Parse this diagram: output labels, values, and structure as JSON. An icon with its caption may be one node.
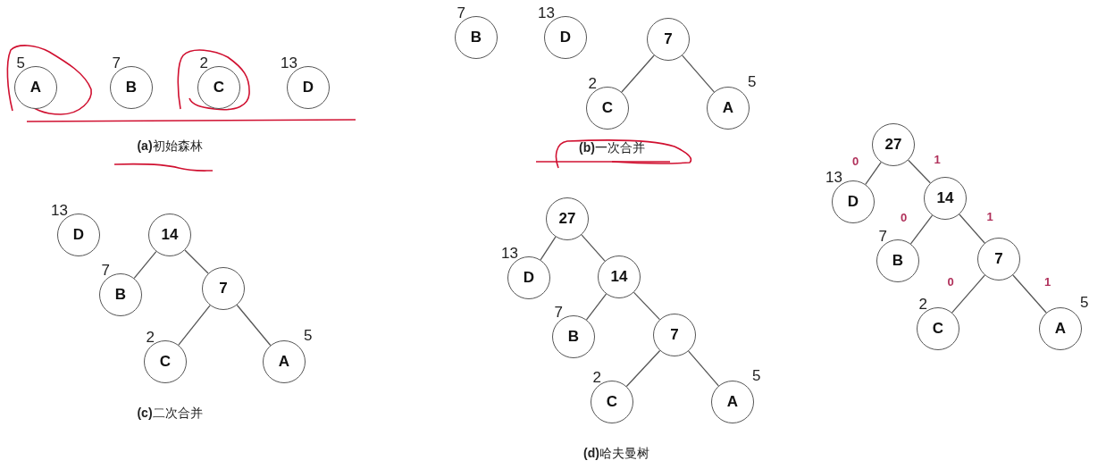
{
  "diagram": {
    "nodes": [
      {
        "text": [
          "A"
        ],
        "beside": [
          "5"
        ]
      },
      {
        "text": [
          "B"
        ],
        "beside": [
          "7"
        ]
      },
      {
        "text": [
          "C"
        ],
        "beside": [
          "2"
        ]
      },
      {
        "text": [
          "D"
        ],
        "beside": [
          "13"
        ]
      },
      {
        "text": [
          "B"
        ],
        "beside": [
          "7"
        ]
      },
      {
        "text": [
          "D"
        ],
        "beside": [
          "13"
        ]
      },
      {
        "text": [
          "7"
        ]
      },
      {
        "text": [
          "C"
        ],
        "beside": [
          "2"
        ]
      },
      {
        "text": [
          "A"
        ],
        "beside": [
          "5"
        ]
      },
      {
        "text": [
          "D"
        ],
        "beside": [
          "13"
        ]
      },
      {
        "text": [
          "14"
        ]
      },
      {
        "text": [
          "B"
        ],
        "beside": [
          "7"
        ]
      },
      {
        "text": [
          "7"
        ]
      },
      {
        "text": [
          "C"
        ],
        "beside": [
          "2"
        ]
      },
      {
        "text": [
          "A"
        ],
        "beside": [
          "5"
        ]
      },
      {
        "text": [
          "27"
        ]
      },
      {
        "text": [
          "D"
        ],
        "beside": [
          "13"
        ]
      },
      {
        "text": [
          "14"
        ]
      },
      {
        "text": [
          "B"
        ],
        "beside": [
          "7"
        ]
      },
      {
        "text": [
          "7"
        ]
      },
      {
        "text": [
          "C"
        ],
        "beside": [
          "2"
        ]
      },
      {
        "text": [
          "A"
        ],
        "beside": [
          "5"
        ]
      },
      {
        "text": [
          "27"
        ]
      },
      {
        "text": [
          "D"
        ],
        "beside": [
          "13"
        ]
      },
      {
        "text": [
          "14"
        ]
      },
      {
        "text": [
          "B"
        ],
        "beside": [
          "7"
        ]
      },
      {
        "text": [
          "7"
        ]
      },
      {
        "text": [
          "C"
        ],
        "beside": [
          "2"
        ]
      },
      {
        "text": [
          "A"
        ],
        "beside": [
          "5"
        ]
      }
    ],
    "edges": [
      {
        "from": 6,
        "to": 7,
        "arrow": "none"
      },
      {
        "from": 6,
        "to": 8,
        "arrow": "none"
      },
      {
        "from": 10,
        "to": 11,
        "arrow": "none"
      },
      {
        "from": 10,
        "to": 12,
        "arrow": "none"
      },
      {
        "from": 12,
        "to": 13,
        "arrow": "none"
      },
      {
        "from": 12,
        "to": 14,
        "arrow": "none"
      },
      {
        "from": 15,
        "to": 16,
        "arrow": "none"
      },
      {
        "from": 15,
        "to": 17,
        "arrow": "none"
      },
      {
        "from": 17,
        "to": 18,
        "arrow": "none"
      },
      {
        "from": 17,
        "to": 19,
        "arrow": "none"
      },
      {
        "from": 19,
        "to": 20,
        "arrow": "none"
      },
      {
        "from": 19,
        "to": 21,
        "arrow": "none"
      },
      {
        "from": 22,
        "to": 23,
        "arrow": "none",
        "label": "0"
      },
      {
        "from": 22,
        "to": 24,
        "arrow": "none",
        "label": "1"
      },
      {
        "from": 24,
        "to": 25,
        "arrow": "none",
        "label": "0"
      },
      {
        "from": 24,
        "to": 26,
        "arrow": "none",
        "label": "1"
      },
      {
        "from": 26,
        "to": 27,
        "arrow": "none",
        "label": "0"
      },
      {
        "from": 26,
        "to": 28,
        "arrow": "none",
        "label": "1"
      }
    ],
    "labels": [
      "**(a)**初始森林",
      "**(b)**一次合并",
      "**(c)**二次合并",
      "**(d)**哈夫曼树"
    ]
  }
}
